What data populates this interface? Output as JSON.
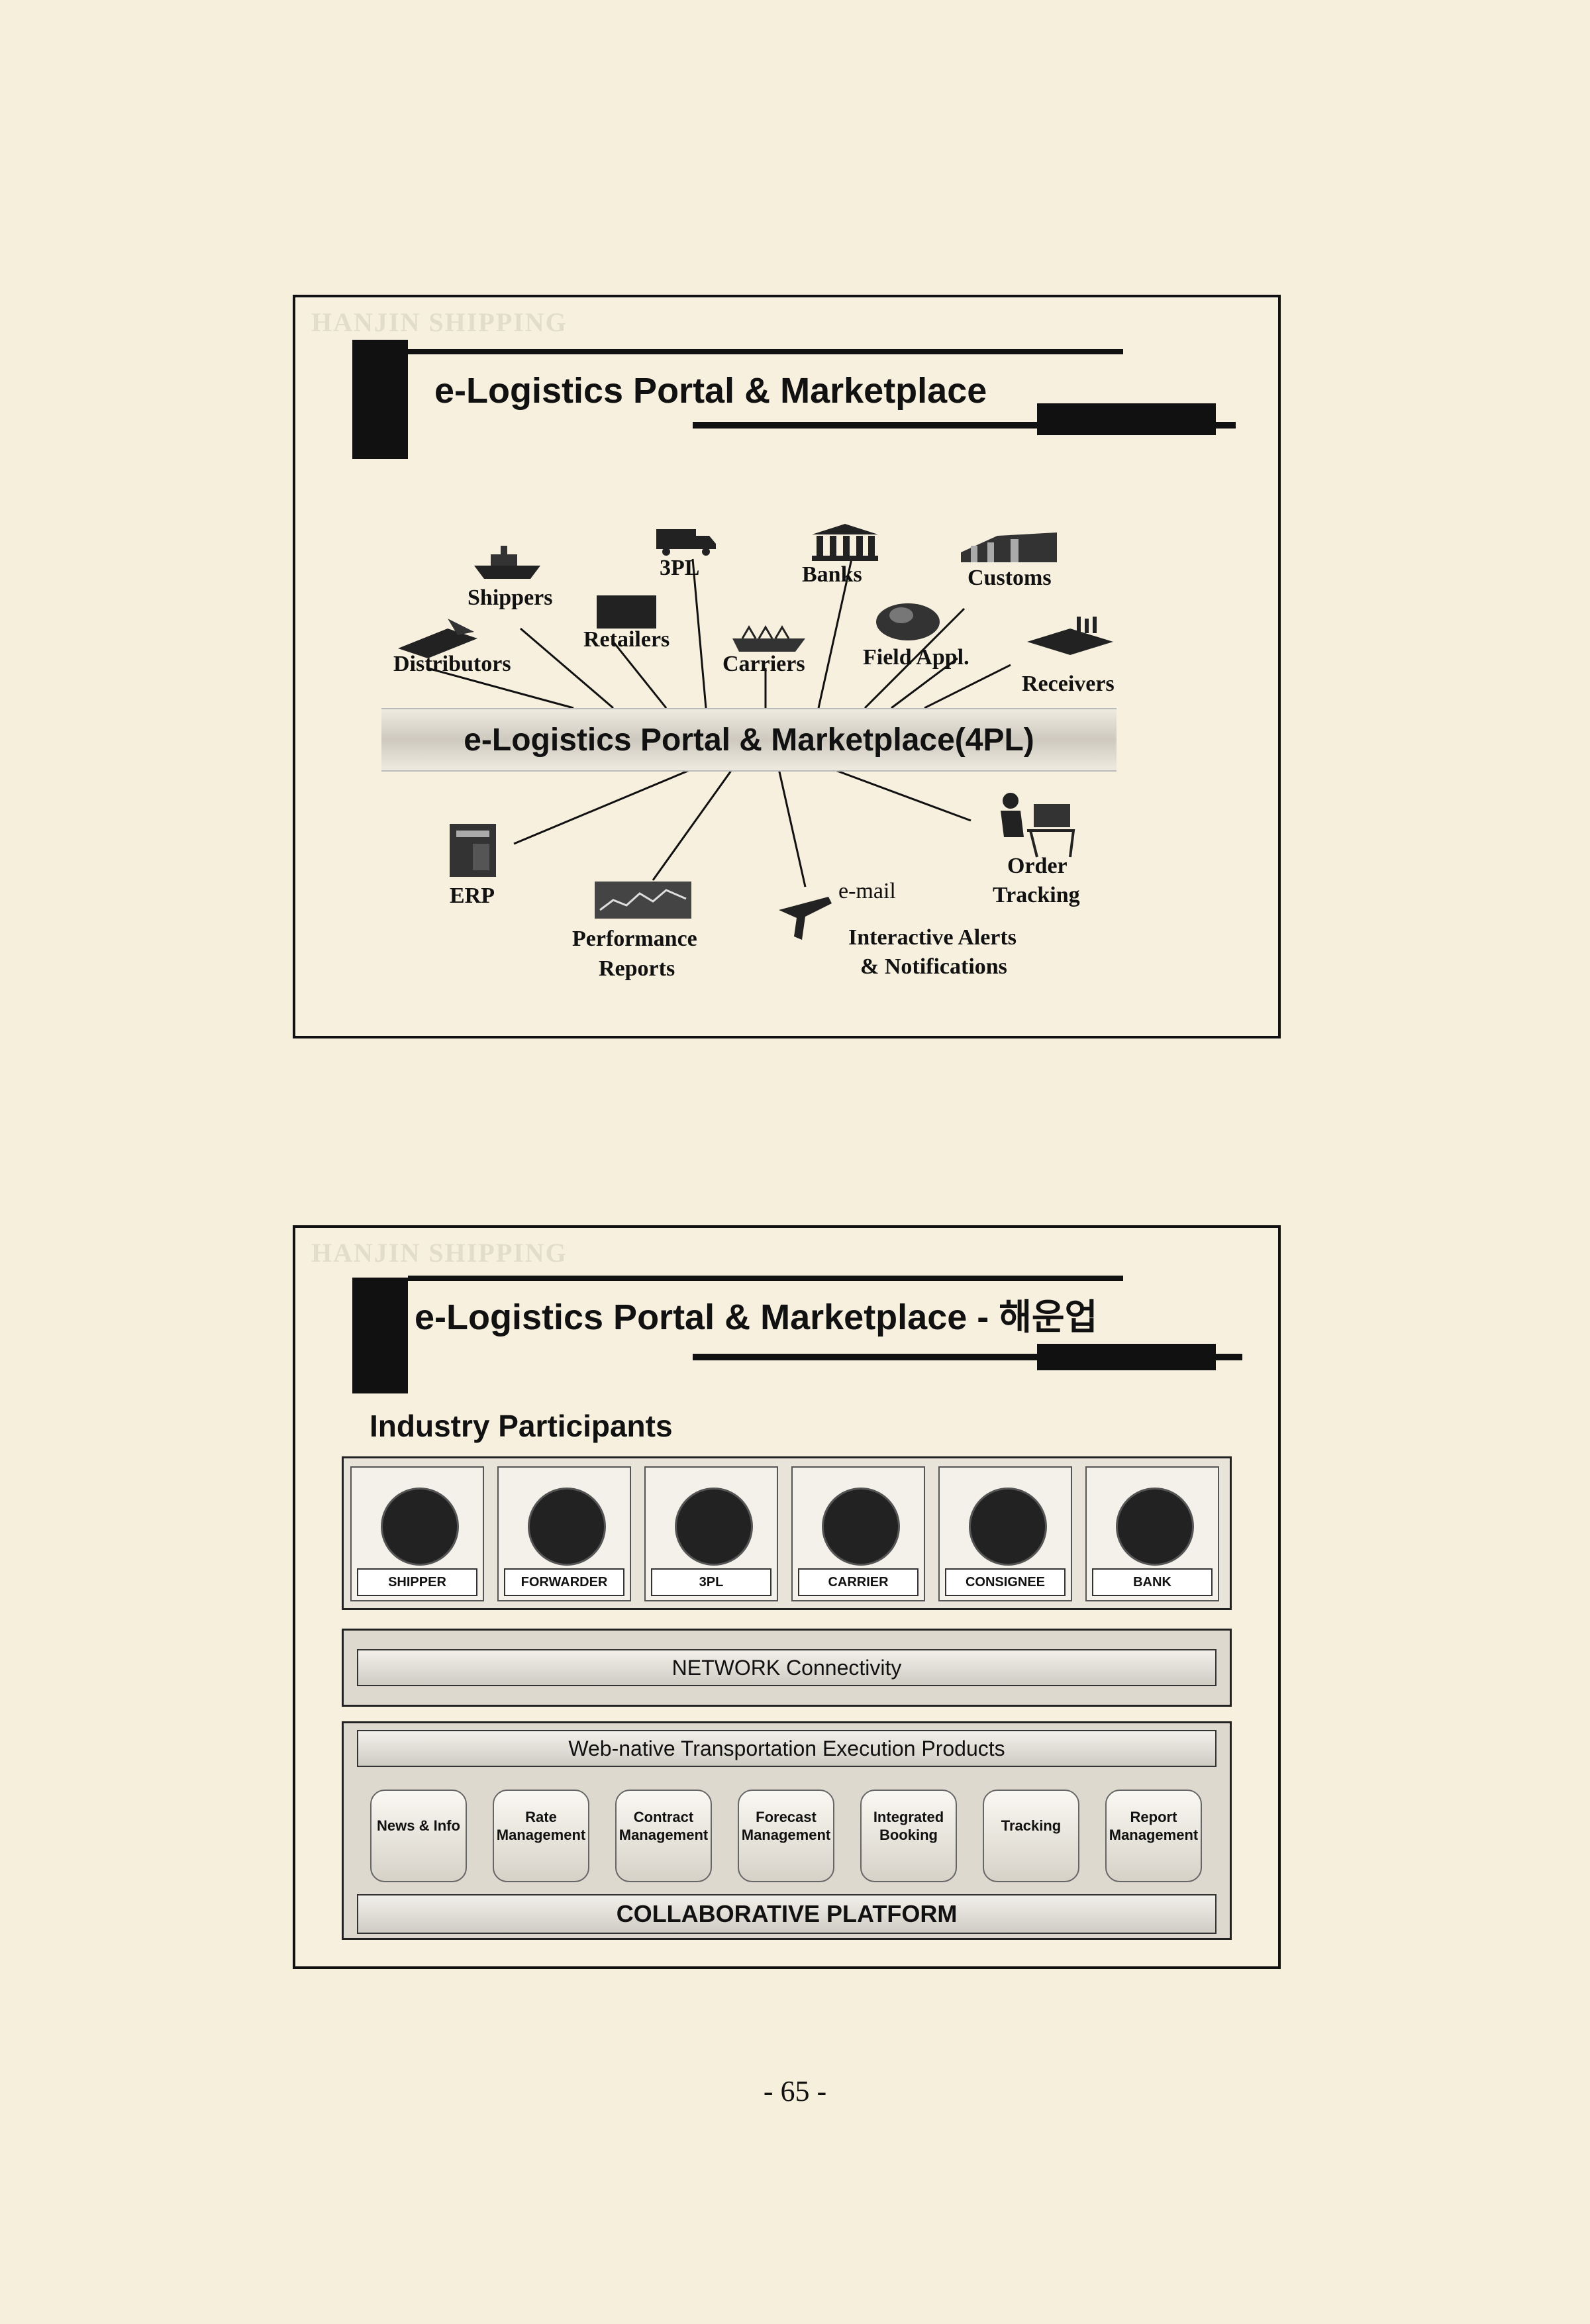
{
  "slide1": {
    "watermark": "HANJIN SHIPPING",
    "title": "e-Logistics Portal & Marketplace",
    "portal_label": "e-Logistics Portal & Marketplace(4PL)",
    "participants": {
      "shippers": "Shippers",
      "three_pl": "3PL",
      "banks": "Banks",
      "customs": "Customs",
      "distributors": "Distributors",
      "retailers": "Retailers",
      "carriers": "Carriers",
      "field_appl": "Field Appl.",
      "receivers": "Receivers"
    },
    "services": {
      "erp": "ERP",
      "performance": "Performance",
      "reports": "Reports",
      "email": "e-mail",
      "alerts": "Interactive Alerts",
      "notifications": "& Notifications",
      "order": "Order",
      "tracking": "Tracking"
    }
  },
  "slide2": {
    "watermark": "HANJIN SHIPPING",
    "title": "e-Logistics Portal & Marketplace - 해운업",
    "subtitle": "Industry Participants",
    "participants": [
      "SHIPPER",
      "FORWARDER",
      "3PL",
      "CARRIER",
      "CONSIGNEE",
      "BANK"
    ],
    "network": "NETWORK Connectivity",
    "web_products": "Web-native Transportation Execution Products",
    "products": [
      {
        "line1": "News & Info",
        "line2": ""
      },
      {
        "line1": "Rate",
        "line2": "Management"
      },
      {
        "line1": "Contract",
        "line2": "Management"
      },
      {
        "line1": "Forecast",
        "line2": "Management"
      },
      {
        "line1": "Integrated",
        "line2": "Booking"
      },
      {
        "line1": "Tracking",
        "line2": ""
      },
      {
        "line1": "Report",
        "line2": "Management"
      }
    ],
    "collaborative": "COLLABORATIVE PLATFORM"
  },
  "page_number": "- 65 -"
}
